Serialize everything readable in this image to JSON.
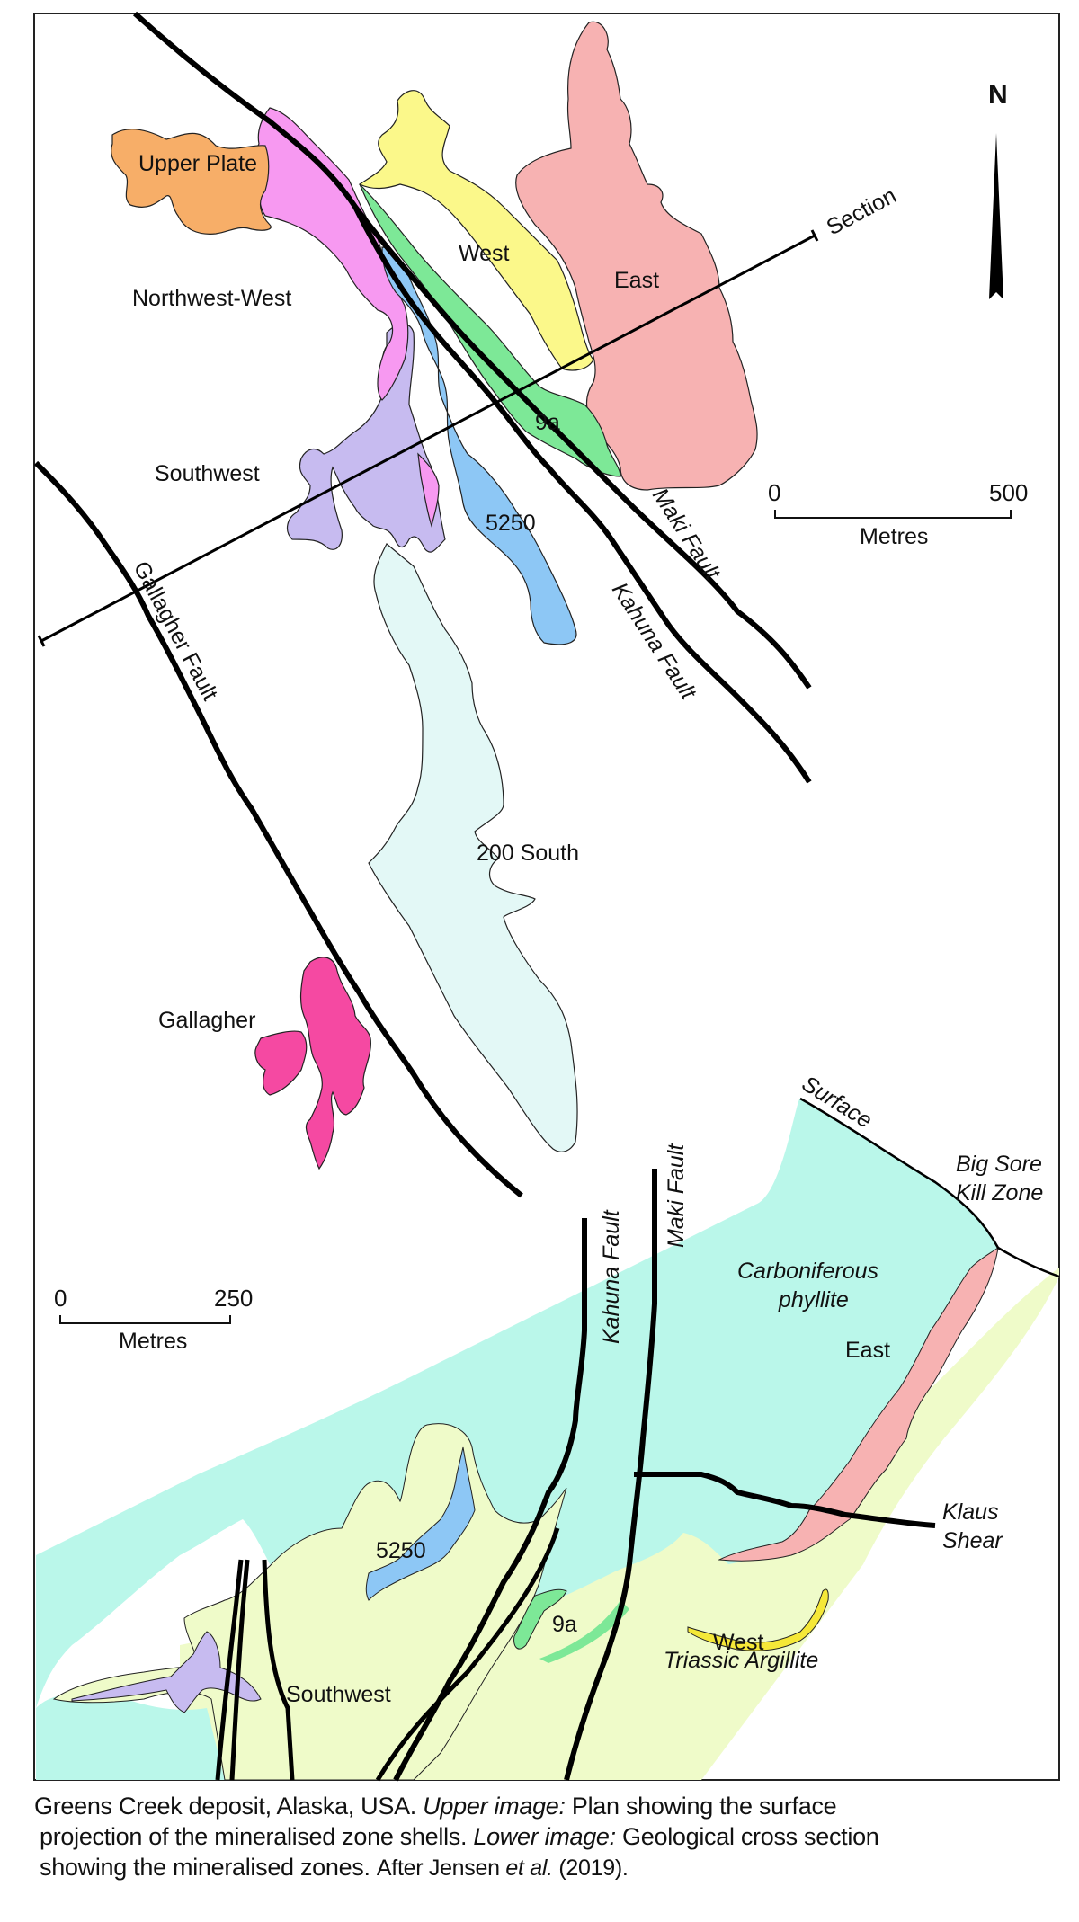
{
  "figure": {
    "upper_map": {
      "north_arrow": {
        "label": "N"
      },
      "scale_bar": {
        "start": "0",
        "end": "500",
        "unit": "Metres"
      },
      "section_line": {
        "label": "Section"
      },
      "zones": [
        {
          "label": "Upper Plate",
          "color": "#F7AE68"
        },
        {
          "label": "Northwest-West",
          "color": "#F799F1"
        },
        {
          "label": "West",
          "color": "#FBF88A"
        },
        {
          "label": "East",
          "color": "#F7B2B2"
        },
        {
          "label": "9a",
          "color": "#7DE897"
        },
        {
          "label": "Southwest",
          "color": "#C7BBF0"
        },
        {
          "label": "5250",
          "color": "#8DC7F5"
        },
        {
          "label": "200 South",
          "color": "#E3F8F6"
        },
        {
          "label": "Gallagher",
          "color": "#F549A2"
        }
      ],
      "faults": [
        {
          "label": "Maki Fault"
        },
        {
          "label": "Kahuna Fault"
        },
        {
          "label": "Gallagher Fault"
        }
      ]
    },
    "lower_section": {
      "scale_bar": {
        "start": "0",
        "end": "250",
        "unit": "Metres"
      },
      "surface_label": "Surface",
      "big_sore_label_1": "Big Sore",
      "big_sore_label_2": "Kill Zone",
      "units": [
        {
          "label_1": "Carboniferous",
          "label_2": "phyllite",
          "color": "#BAF7EA"
        },
        {
          "label": "Triassic Argillite",
          "color": "#EFFBC9"
        }
      ],
      "zones": [
        {
          "label": "East",
          "color": "#F7B2B2"
        },
        {
          "label": "West",
          "color": "#F5E838"
        },
        {
          "label": "9a",
          "color": "#7DE897"
        },
        {
          "label": "5250",
          "color": "#8DC7F5"
        },
        {
          "label": "Southwest",
          "color": "#C7BBF0"
        }
      ],
      "faults": [
        {
          "label": "Kahuna Fault"
        },
        {
          "label": "Maki Fault"
        }
      ],
      "klaus_label_1": "Klaus",
      "klaus_label_2": "Shear"
    }
  },
  "caption": {
    "part1": "Greens Creek deposit, Alaska, USA.  ",
    "upper_label": "Upper image:",
    "part2": " Plan showing the surface",
    "part3": "projection of the mineralised zone shells. ",
    "lower_label": "Lower image:",
    "part4": " Geological cross section",
    "part5": "showing the mineralised zones. ",
    "part6": "After Jensen ",
    "etal": "et al.",
    "part7": " (2019)."
  }
}
